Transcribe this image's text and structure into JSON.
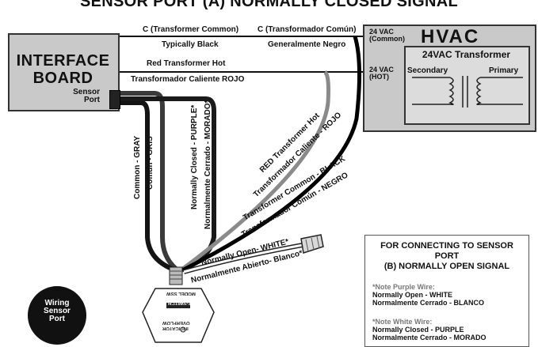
{
  "title": "SENSOR PORT (A) NORMALLY CLOSED SIGNAL",
  "interface_board": {
    "line1": "INTERFACE",
    "line2": "BOARD",
    "sensor_port_line1": "Sensor",
    "sensor_port_line2": "Port"
  },
  "hvac": {
    "title": "HVAC",
    "common_line1": "24 VAC",
    "common_line2": "(Common)",
    "hot_line1": "24 VAC",
    "hot_line2": "(HOT)",
    "transformer_title": "24VAC Transformer",
    "secondary": "Secondary",
    "primary": "Primary"
  },
  "top_wires": {
    "common_en": "C (Transformer Common)",
    "common_es": "C (Transformador Común)",
    "black_en": "Typically Black",
    "black_es": "Generalmente Negro",
    "red_en": "Red Transformer Hot",
    "red_es": "Transformador Caliente ROJO"
  },
  "device_wires": {
    "gray_en": "Common - GRAY",
    "gray_es": "Común - GRIS",
    "purple_en": "Normally Closed - PURPLE*",
    "purple_es": "Normalmente Cerrado - MORADO*",
    "red_en": "RED Transformer Hot",
    "red_es": "Transformador Caliente - ROJO",
    "black_en": "Transformer Common - BLACK",
    "black_es": "Transformador Común - NEGRO",
    "white_en": "Normally Open- WHITE*",
    "white_es": "Normalmente Abierto- Blanco*"
  },
  "info_box": {
    "title_line1": "FOR CONNECTING TO SENSOR PORT",
    "title_line2": "(B) NORMALLY OPEN SIGNAL",
    "note1_header": "*Note Purple Wire:",
    "note1_line1": "Normally Open - WHITE",
    "note1_line2": "Normalmente Cerrado - BLANCO",
    "note2_header": "*Note White Wire:",
    "note2_line1": "Normally Closed - PURPLE",
    "note2_line2": "Normalmente Cerrado - MORADO"
  },
  "badge": {
    "line1": "Wiring",
    "line2": "Sensor",
    "line3": "Port"
  },
  "device": {
    "brand": "SAFE-T-SWITCH",
    "model": "MODEL SSW",
    "indicator1": "OVERFLOW",
    "indicator2": "INDICATOR"
  },
  "colors": {
    "gray_wire": "#3a3a3a",
    "purple_wire": "#1a1a1a",
    "red_wire": "#8a8a8a",
    "black_wire": "#000000",
    "white_wire": "#ffffff",
    "panel": "#c9c9c9"
  }
}
